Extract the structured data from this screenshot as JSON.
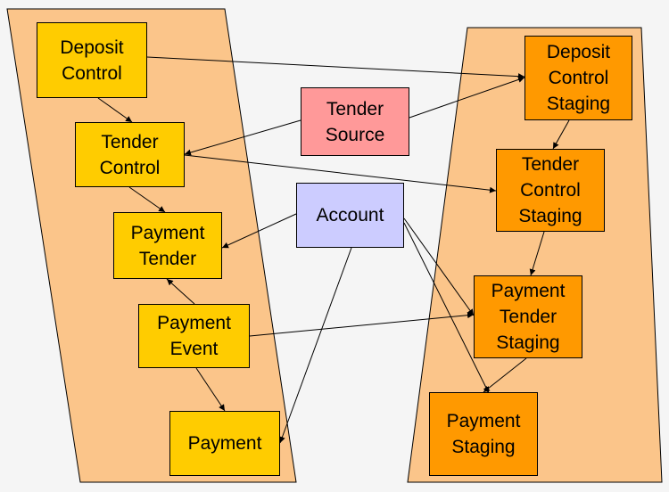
{
  "colors": {
    "background": "#f5f5f5",
    "lane_fill": "#fbc58a",
    "entity_yellow": "#ffcc00",
    "entity_orange": "#ff9900",
    "tender_source": "#ff9999",
    "account": "#ccccff"
  },
  "boxes": {
    "deposit_control": "Deposit\nControl",
    "tender_control": "Tender\nControl",
    "payment_tender": "Payment\nTender",
    "payment_event": "Payment\nEvent",
    "payment": "Payment",
    "tender_source": "Tender\nSource",
    "account": "Account",
    "deposit_control_staging": "Deposit\nControl\nStaging",
    "tender_control_staging": "Tender\nControl\nStaging",
    "payment_tender_staging": "Payment\nTender\nStaging",
    "payment_staging": "Payment\nStaging"
  }
}
